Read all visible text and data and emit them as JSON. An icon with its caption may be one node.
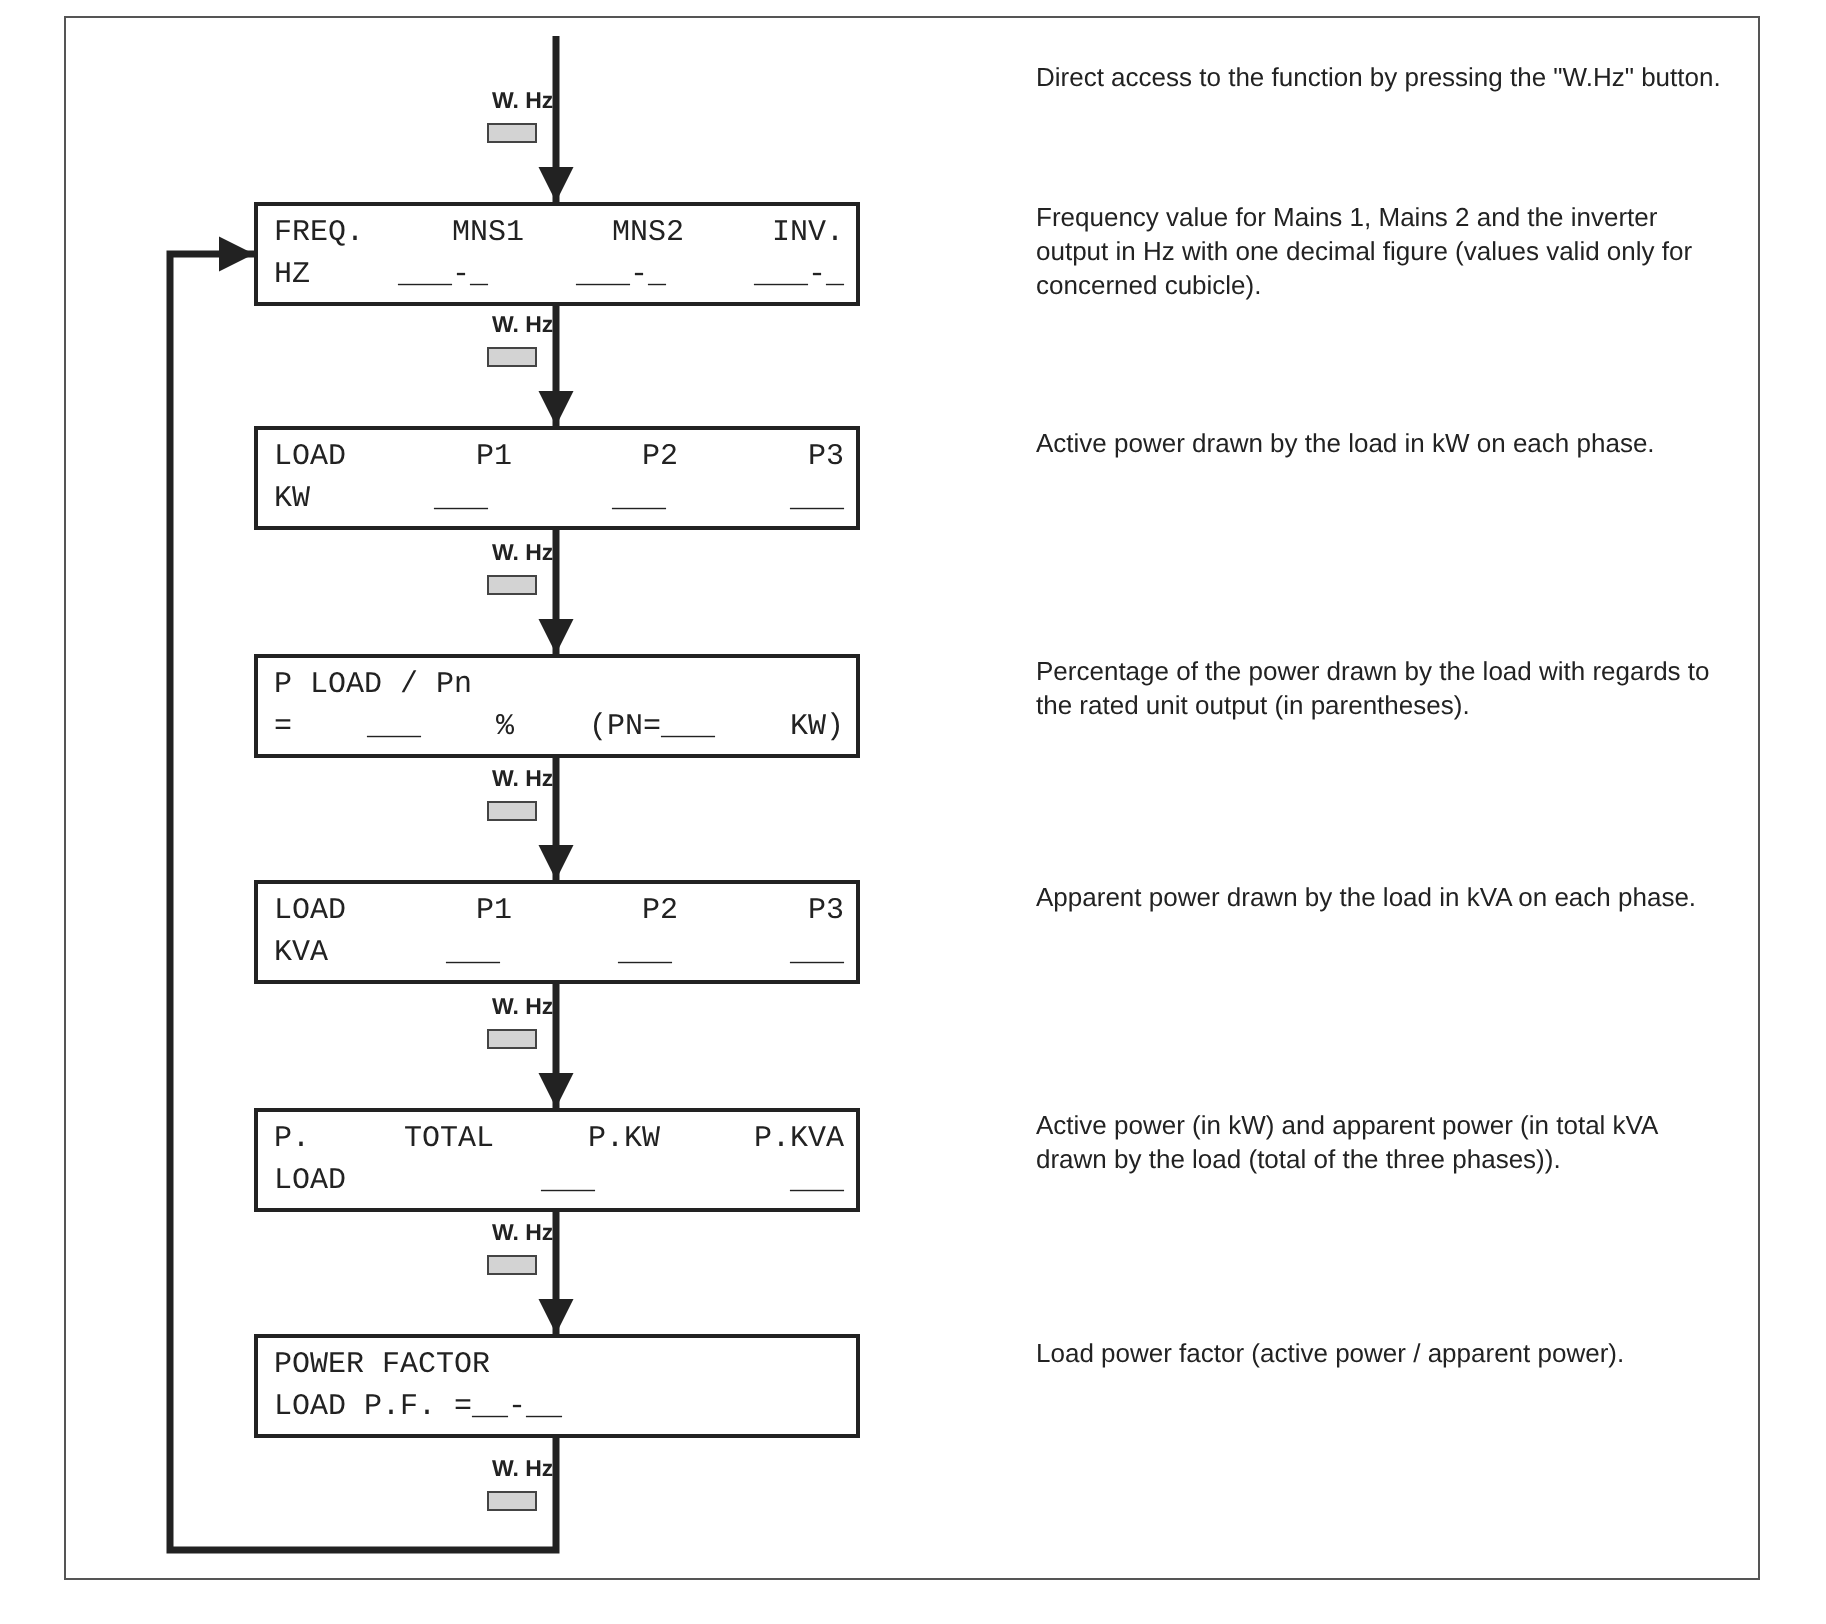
{
  "diagram": {
    "nodes": [
      {
        "text": [
          "FREQ. MNS1 MNS2 INV.",
          "HZ ___-_ ___-_ ___-_"
        ]
      },
      {
        "text": [
          "LOAD P1 P2 P3",
          "KW ___ ___ ___"
        ]
      },
      {
        "text": [
          "P LOAD / Pn",
          "= ___ % (PN=___ KW)"
        ]
      },
      {
        "text": [
          "LOAD P1 P2 P3",
          "KVA ___ ___ ___"
        ]
      },
      {
        "text": [
          "P. TOTAL P.KW P.KVA",
          "LOAD ___ ___"
        ]
      },
      {
        "text": [
          "POWER FACTOR",
          "LOAD P.F. =__-__"
        ]
      }
    ],
    "edges": [
      {
        "from": null,
        "to": 0,
        "arrow": "to",
        "label": "W. Hz"
      },
      {
        "from": 0,
        "to": 1,
        "arrow": "to",
        "label": "W. Hz"
      },
      {
        "from": 1,
        "to": 2,
        "arrow": "to",
        "label": "W. Hz"
      },
      {
        "from": 2,
        "to": 3,
        "arrow": "to",
        "label": "W. Hz"
      },
      {
        "from": 3,
        "to": 4,
        "arrow": "to",
        "label": "W. Hz"
      },
      {
        "from": 4,
        "to": 5,
        "arrow": "to",
        "label": "W. Hz"
      },
      {
        "from": 5,
        "to": 0,
        "arrow": "to",
        "label": "W. Hz"
      }
    ],
    "labels": [
      "Direct access to the function by pressing the \"W.Hz\" button.",
      "Frequency value for Mains 1, Mains 2 and the inverter output in Hz with one decimal figure (values valid only for concerned cubicle).",
      "Active power drawn by the load in kW on each phase.",
      "Percentage of the power drawn by the load with regards to the rated unit output (in parentheses).",
      "Apparent power drawn by the load in kVA on each phase.",
      "Active power (in kW) and apparent power (in total kVA drawn by the load (total of the three phases)).",
      "Load power factor (active power / apparent power)."
    ]
  }
}
